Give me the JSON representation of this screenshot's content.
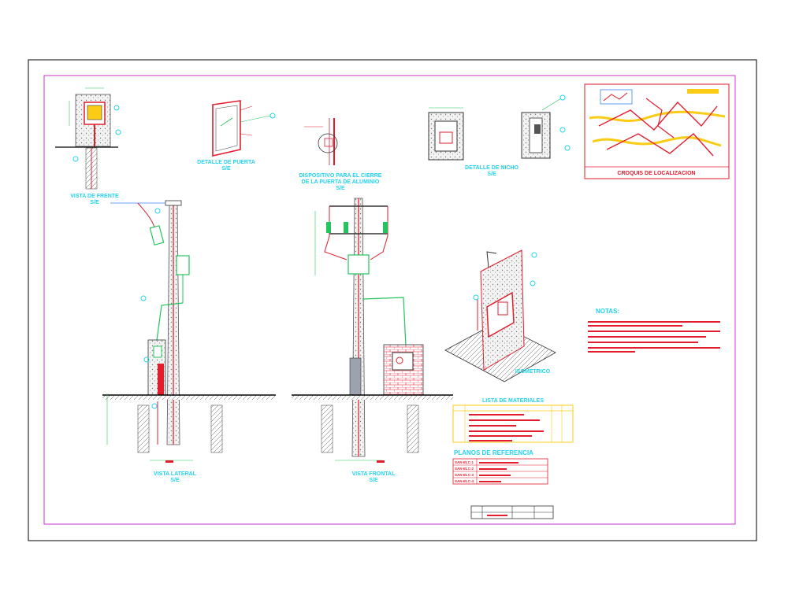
{
  "titles": {
    "vista_frente": "VISTA DE FRENTE",
    "vista_frente_scale": "S/E",
    "detalle_puerta": "DETALLE DE PUERTA",
    "detalle_puerta_scale": "S/E",
    "dispositivo_l1": "DISPOSITIVO PARA EL CIERRE",
    "dispositivo_l2": "DE LA PUERTA DE ALUMINIO",
    "dispositivo_scale": "S/E",
    "detalle_nicho": "DETALLE DE NICHO",
    "detalle_nicho_scale": "S/E",
    "croquis": "CROQUIS DE LOCALIZACION",
    "vista_lateral": "VISTA LATERAL",
    "vista_lateral_scale": "S/E",
    "vista_frontal": "VISTA FRONTAL",
    "vista_frontal_scale": "S/E",
    "isometrico": "ISOMETRICO",
    "notas": "NOTAS:",
    "lista_materiales": "LISTA DE MATERIALES",
    "planos_referencia": "PLANOS DE REFERENCIA"
  },
  "planos": [
    "SAN-ELC-1",
    "SAN-ELC-2",
    "SAN-ELC-3",
    "SAN-ELC-4"
  ],
  "colors": {
    "frame": "#000000",
    "border": "#cc33cc",
    "cyan": "#22d3ee",
    "red": "#e11d2e",
    "green": "#22c55e",
    "yellow": "#facc15"
  }
}
